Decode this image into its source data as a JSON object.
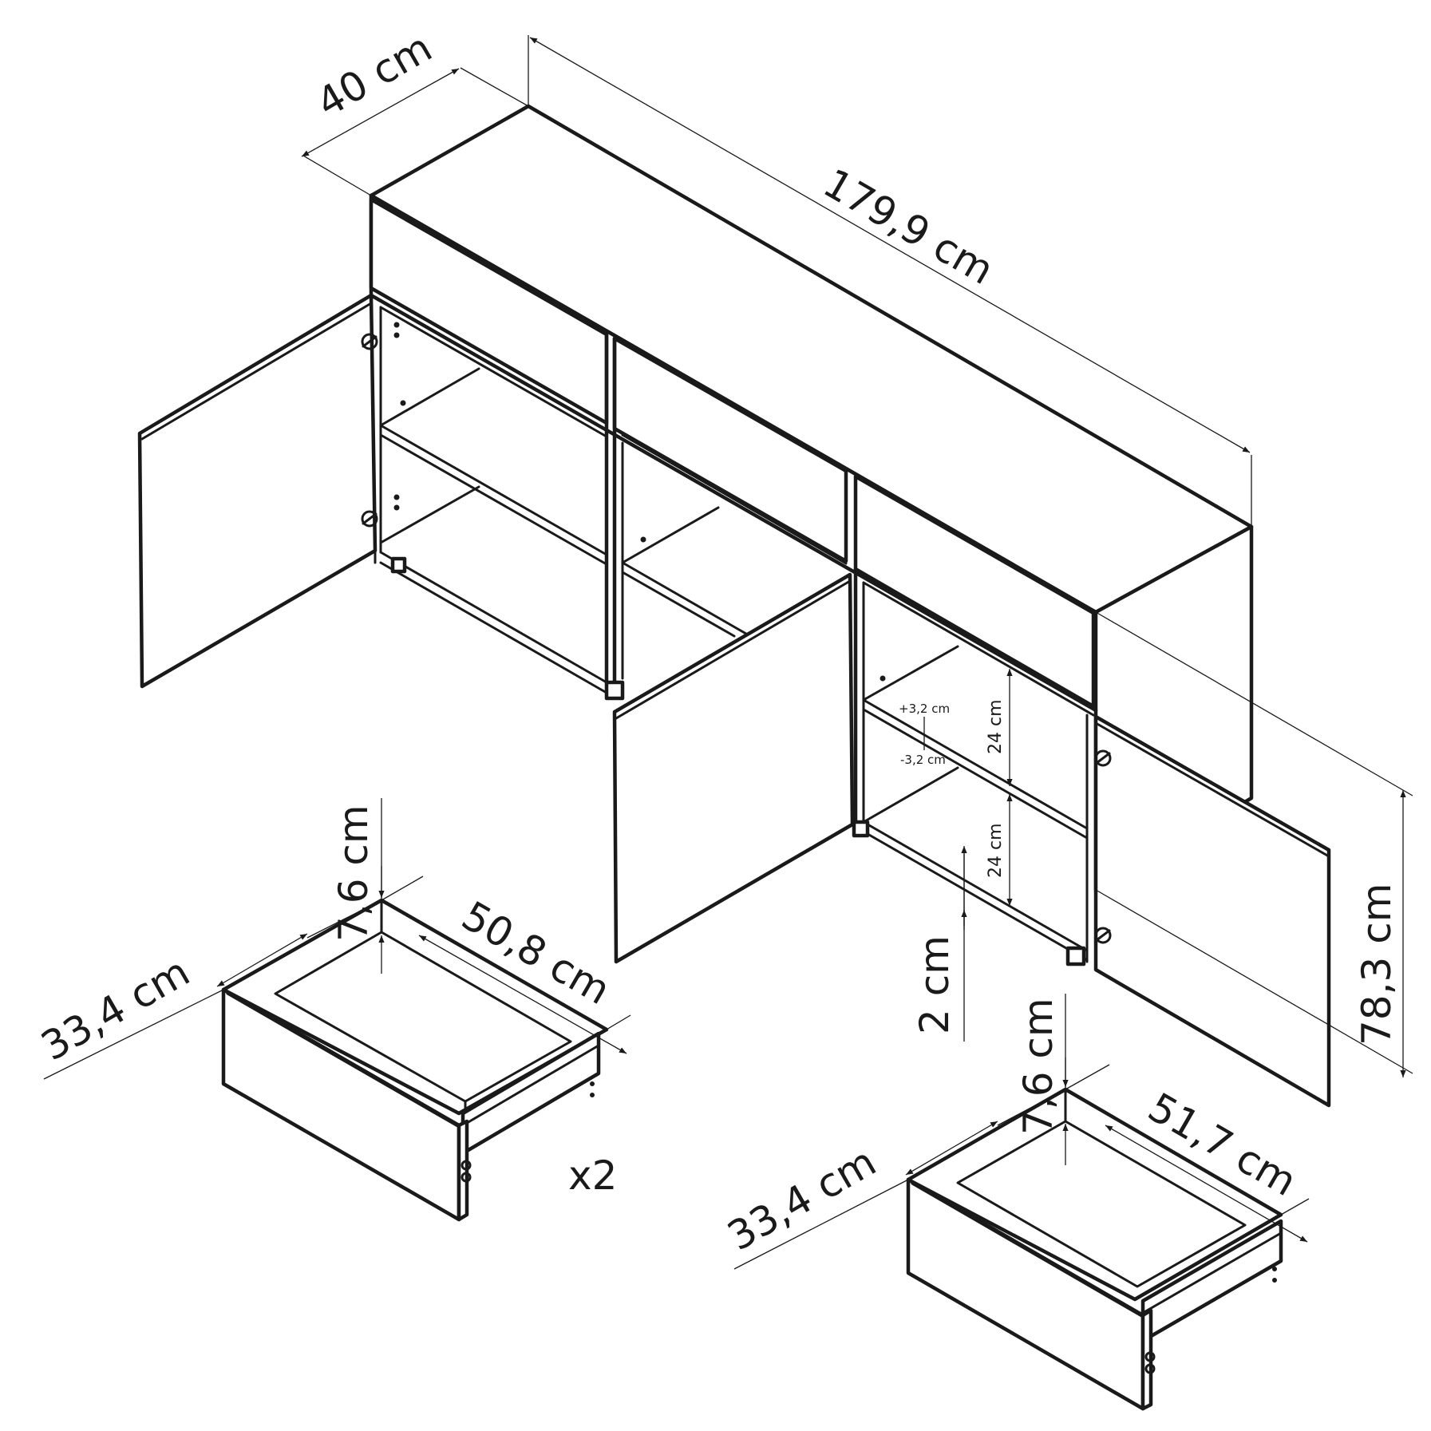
{
  "dimensions": {
    "depth": "40 cm",
    "width": "179,9 cm",
    "height": "78,3 cm",
    "leg_height": "2 cm",
    "shelf_spacing_upper": "24 cm",
    "shelf_spacing_lower": "24 cm",
    "shelf_adjust_up": "+3,2 cm",
    "shelf_adjust_down": "-3,2 cm"
  },
  "drawer_small": {
    "depth": "33,4 cm",
    "width": "50,8 cm",
    "height": "7,6 cm",
    "quantity": "x2"
  },
  "drawer_large": {
    "depth": "33,4 cm",
    "width": "51,7 cm",
    "height": "7,6 cm"
  }
}
